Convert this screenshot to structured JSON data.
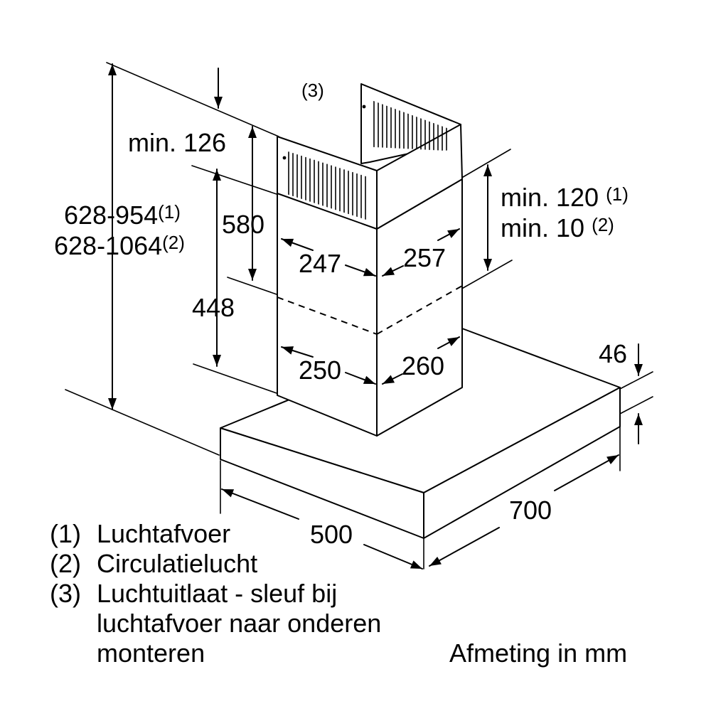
{
  "dimensions": {
    "chimney_top_label": "(3)",
    "min_126": "min. 126",
    "total_height_1": "628-954",
    "total_height_1_note": "(1)",
    "total_height_2": "628-1064",
    "total_height_2_note": "(2)",
    "upper_section": "580",
    "lower_section": "448",
    "upper_width_front": "247",
    "upper_width_side": "257",
    "lower_width_front": "250",
    "lower_width_side": "260",
    "min_120": "min. 120",
    "min_120_note": "(1)",
    "min_10": "min. 10",
    "min_10_note": "(2)",
    "canopy_height": "46",
    "canopy_depth": "500",
    "canopy_width": "700"
  },
  "legend": [
    {
      "key": "(1)",
      "text": "Luchtafvoer"
    },
    {
      "key": "(2)",
      "text": "Circulatielucht"
    },
    {
      "key": "(3)",
      "text": "Luchtuitlaat - sleuf bij luchtafvoer naar onderen monteren"
    }
  ],
  "unit_note": "Afmeting in mm"
}
